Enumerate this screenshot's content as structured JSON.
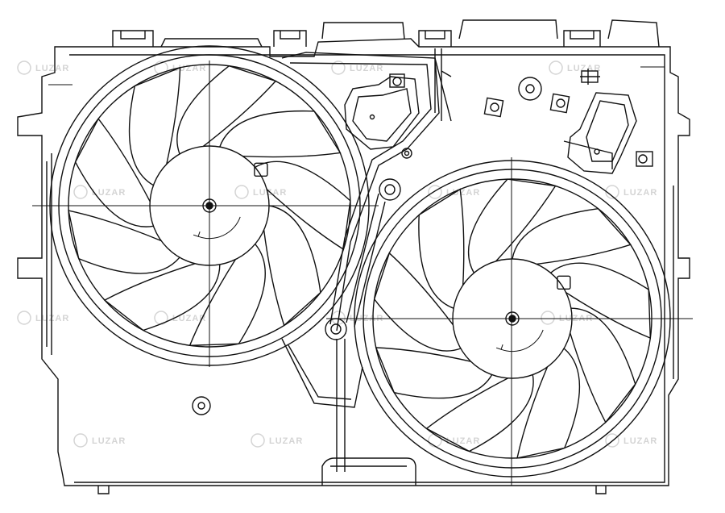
{
  "diagram": {
    "watermark_text": "LUZAR",
    "colors": {
      "line": "#111111",
      "watermark": "#d4d4d4",
      "background": "#ffffff"
    },
    "components": {
      "left_fan": {
        "blades": 9
      },
      "right_fan": {
        "blades": 9
      }
    }
  }
}
